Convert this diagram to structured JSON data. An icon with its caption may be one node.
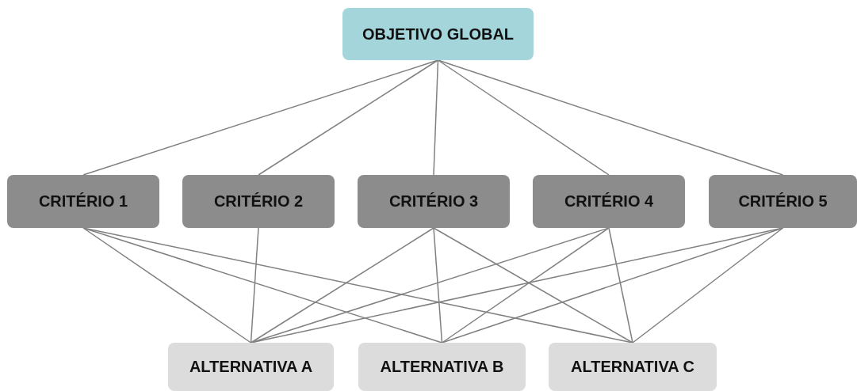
{
  "diagram": {
    "nodes": [
      {
        "text": [
          "OBJETIVO GLOBAL"
        ]
      },
      {
        "text": [
          "CRITÉRIO 1"
        ]
      },
      {
        "text": [
          "CRITÉRIO 2"
        ]
      },
      {
        "text": [
          "CRITÉRIO 3"
        ]
      },
      {
        "text": [
          "CRITÉRIO 4"
        ]
      },
      {
        "text": [
          "CRITÉRIO 5"
        ]
      },
      {
        "text": [
          "ALTERNATIVA A"
        ]
      },
      {
        "text": [
          "ALTERNATIVA B"
        ]
      },
      {
        "text": [
          "ALTERNATIVA C"
        ]
      }
    ],
    "edges": [
      {
        "from": 0,
        "to": 1,
        "arrow": "none"
      },
      {
        "from": 0,
        "to": 2,
        "arrow": "none"
      },
      {
        "from": 0,
        "to": 3,
        "arrow": "none"
      },
      {
        "from": 0,
        "to": 4,
        "arrow": "none"
      },
      {
        "from": 0,
        "to": 5,
        "arrow": "none"
      },
      {
        "from": 1,
        "to": 6,
        "arrow": "none"
      },
      {
        "from": 1,
        "to": 7,
        "arrow": "none"
      },
      {
        "from": 1,
        "to": 8,
        "arrow": "none"
      },
      {
        "from": 2,
        "to": 6,
        "arrow": "none"
      },
      {
        "from": 3,
        "to": 6,
        "arrow": "none"
      },
      {
        "from": 3,
        "to": 7,
        "arrow": "none"
      },
      {
        "from": 3,
        "to": 8,
        "arrow": "none"
      },
      {
        "from": 4,
        "to": 6,
        "arrow": "none"
      },
      {
        "from": 4,
        "to": 7,
        "arrow": "none"
      },
      {
        "from": 4,
        "to": 8,
        "arrow": "none"
      },
      {
        "from": 5,
        "to": 6,
        "arrow": "none"
      },
      {
        "from": 5,
        "to": 7,
        "arrow": "none"
      },
      {
        "from": 5,
        "to": 8,
        "arrow": "none"
      }
    ]
  }
}
